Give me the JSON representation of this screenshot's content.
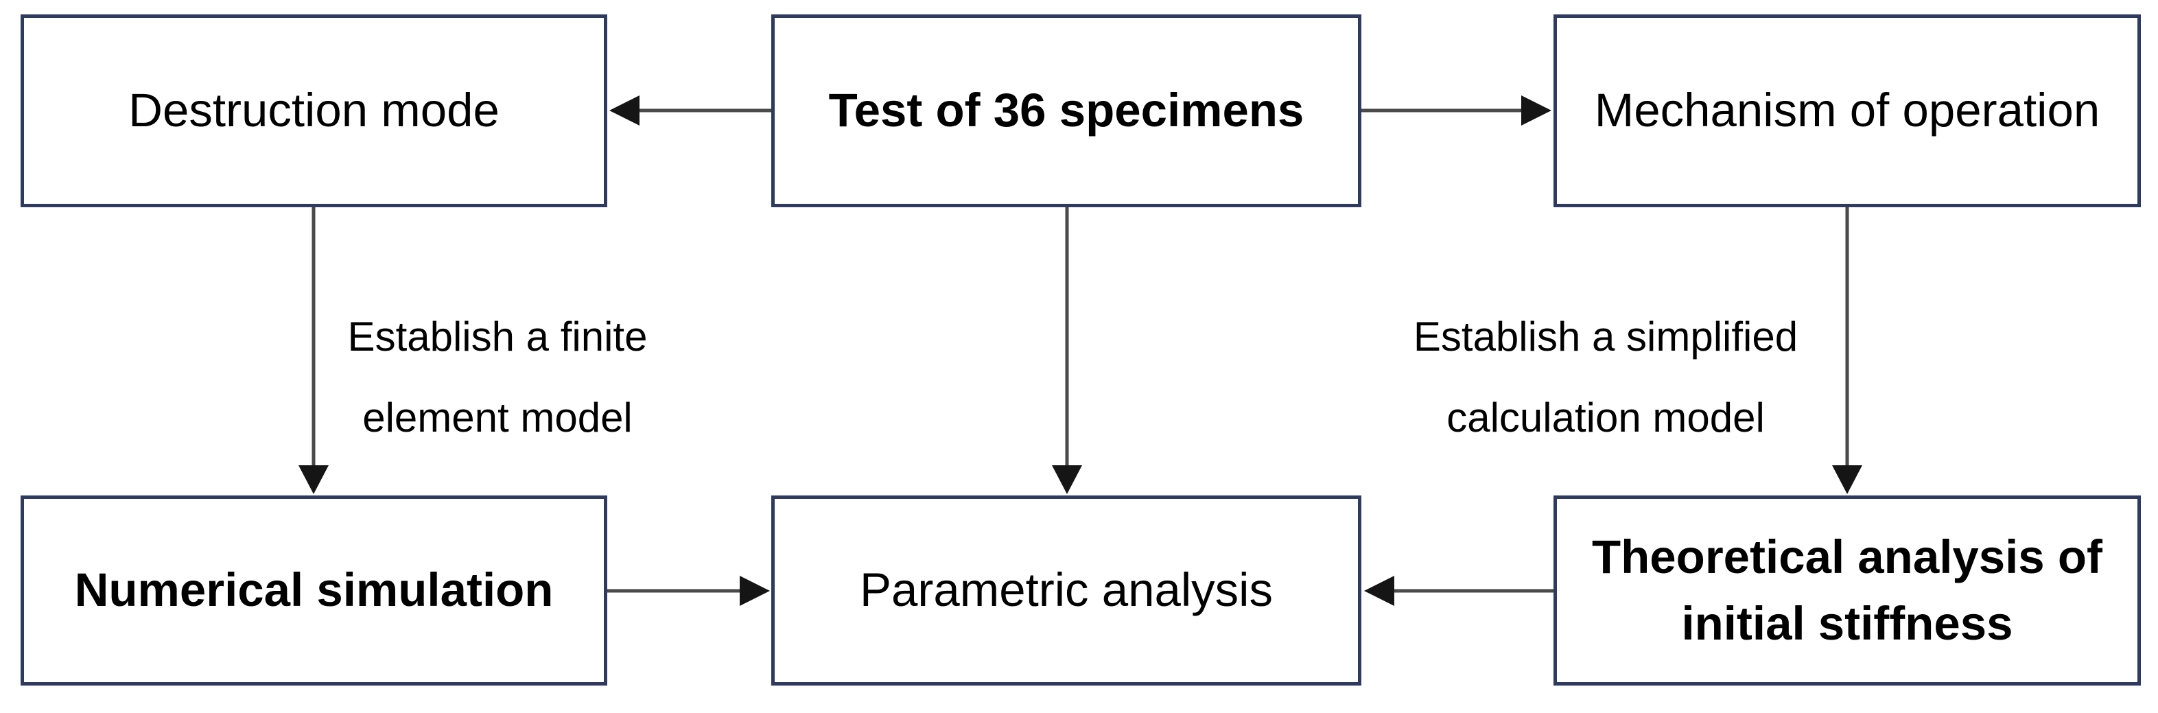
{
  "diagram": {
    "title": "Research flowchart: test of 36 specimens",
    "colors": {
      "background": "#ffffff",
      "box_border": "#2e3a5e",
      "box_fill": "#ffffff",
      "arrow_line": "#4a4a4a",
      "arrowhead": "#151515",
      "text": "#000000"
    },
    "nodes": [
      {
        "id": "destruction-mode",
        "label": "Destruction mode",
        "bold": false,
        "row": "top",
        "col": "left"
      },
      {
        "id": "test-specimens",
        "label": "Test of 36 specimens",
        "bold": true,
        "row": "top",
        "col": "center"
      },
      {
        "id": "mechanism-operation",
        "label": "Mechanism of operation",
        "bold": false,
        "row": "top",
        "col": "right"
      },
      {
        "id": "numerical-simulation",
        "label": "Numerical simulation",
        "bold": true,
        "row": "bottom",
        "col": "left"
      },
      {
        "id": "parametric-analysis",
        "label": "Parametric analysis",
        "bold": false,
        "row": "bottom",
        "col": "center"
      },
      {
        "id": "theoretical-analysis",
        "label": "Theoretical analysis of\ninitial stiffness",
        "bold": true,
        "row": "bottom",
        "col": "right"
      }
    ],
    "edges": [
      {
        "from": "test-specimens",
        "to": "destruction-mode",
        "direction": "left",
        "label": ""
      },
      {
        "from": "test-specimens",
        "to": "mechanism-operation",
        "direction": "right",
        "label": ""
      },
      {
        "from": "destruction-mode",
        "to": "numerical-simulation",
        "direction": "down",
        "label": "Establish a finite\nelement model"
      },
      {
        "from": "test-specimens",
        "to": "parametric-analysis",
        "direction": "down",
        "label": ""
      },
      {
        "from": "mechanism-operation",
        "to": "theoretical-analysis",
        "direction": "down",
        "label": "Establish a simplified\ncalculation model"
      },
      {
        "from": "numerical-simulation",
        "to": "parametric-analysis",
        "direction": "right",
        "label": ""
      },
      {
        "from": "theoretical-analysis",
        "to": "parametric-analysis",
        "direction": "left",
        "label": ""
      }
    ]
  }
}
